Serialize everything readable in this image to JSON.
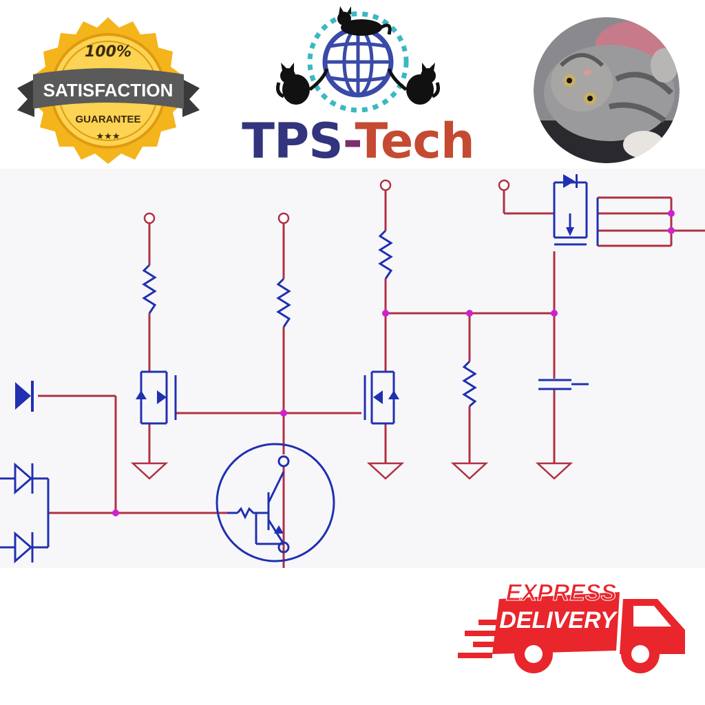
{
  "badge": {
    "top_text": "100%",
    "banner_text": "SATISFACTION",
    "bottom_text": "GUARANTEE",
    "stars": "★★★",
    "colors": {
      "gold": "#f4b41c",
      "gold_light": "#fcd352",
      "banner": "#5a5a5a",
      "text_dark": "#3a2a10"
    }
  },
  "brand": {
    "name_part1": "TPS",
    "name_dash": "-",
    "name_part2": "Tech",
    "logo_icon": "globe-with-cats-icon",
    "colors": {
      "navy": "#33347e",
      "red": "#c44a32",
      "teal": "#3bb8c2"
    }
  },
  "photo": {
    "subject": "cat-photo"
  },
  "schematic": {
    "icon": "circuit-schematic",
    "colors": {
      "wire": "#b03040",
      "component": "#2030b0",
      "node": "#d020d0",
      "background": "#f7f7fa"
    }
  },
  "delivery": {
    "line1": "EXPRESS",
    "line2": "DELIVERY",
    "icon": "delivery-truck-icon",
    "colors": {
      "red": "#e8262c"
    }
  }
}
